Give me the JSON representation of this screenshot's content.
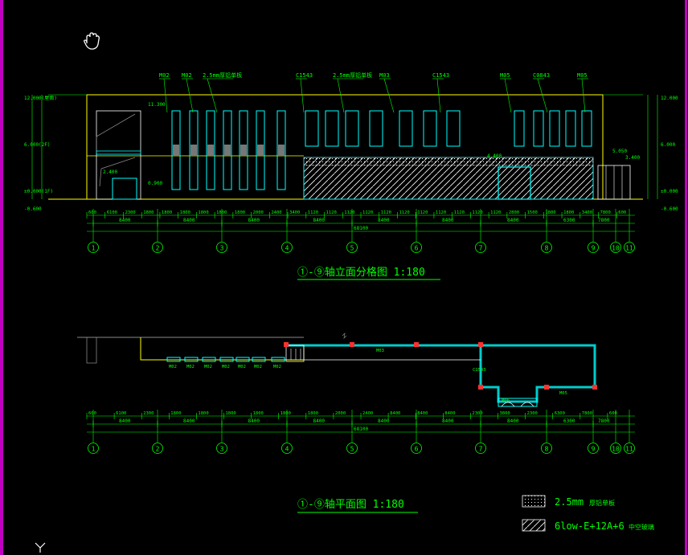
{
  "elevation": {
    "title": "①-⑨轴立面分格图 1:180",
    "top_tags": [
      "M02",
      "M02",
      "2.5mm厚铝单板",
      "C1543",
      "2.5mm厚铝单板",
      "M03",
      "C1543",
      "M05",
      "C0843",
      "M05"
    ],
    "left_levels": [
      "12.000(屋面)",
      "6.000(2F)",
      "±0.000(1F)",
      "-0.600"
    ],
    "right_levels": [
      "12.000",
      "6.000",
      "±0.000",
      "-0.600"
    ],
    "inner_labels": [
      "11.300",
      "2.400",
      "0.900",
      "4.400",
      "5.050",
      "3.400"
    ],
    "segments_top": [
      "600",
      "6100",
      "2300",
      "1800",
      "1800",
      "1800",
      "1800",
      "1800",
      "1800",
      "2000",
      "2400",
      "3400",
      "1120",
      "1120",
      "1120",
      "1120",
      "1120",
      "1120",
      "1120",
      "1120",
      "1120",
      "1120",
      "1120",
      "2800",
      "1500",
      "1800",
      "1800",
      "3400",
      "7800",
      "600"
    ],
    "spans": [
      "8400",
      "8400",
      "8400",
      "8400",
      "8400",
      "8400",
      "8400",
      "6300",
      "7800"
    ],
    "total": "68100"
  },
  "plan": {
    "title": "①-⑨轴平面图 1:180",
    "window_tags": [
      "M02",
      "M02",
      "M02",
      "M02",
      "M02",
      "M02",
      "M02"
    ],
    "labels": [
      "M03",
      "M05",
      "M06",
      "C1543"
    ],
    "segments_top": [
      "600",
      "6100",
      "2300",
      "1800",
      "1800",
      "1800",
      "1800",
      "1800",
      "1800",
      "2000",
      "2400",
      "8400",
      "8400",
      "8400",
      "2300",
      "3800",
      "2300",
      "6300",
      "7800",
      "600"
    ],
    "spans": [
      "8400",
      "8400",
      "8400",
      "8400",
      "8400",
      "8400",
      "8400",
      "6300",
      "7800"
    ],
    "total": "68100"
  },
  "axes": [
    "1",
    "2",
    "3",
    "4",
    "5",
    "6",
    "7",
    "8",
    "9",
    "10",
    "11"
  ],
  "axis_glyphs": [
    "①",
    "②",
    "③",
    "④",
    "⑤",
    "⑥",
    "⑦",
    "⑧",
    "⑨",
    "⑩",
    "⑪"
  ],
  "legend": [
    {
      "label": "2.5mm",
      "suffix": "厚铝单板"
    },
    {
      "label": "6low-E+12A+6",
      "suffix": "中空玻璃"
    }
  ],
  "colors": {
    "green": "#00ff00",
    "yellow": "#ffff00",
    "cyan": "#00ffff",
    "white": "#ffffff",
    "red": "#ff3030",
    "magenta": "#c000c0"
  },
  "icons": [
    "hand-cursor-icon",
    "ucs-y-axis-icon"
  ]
}
